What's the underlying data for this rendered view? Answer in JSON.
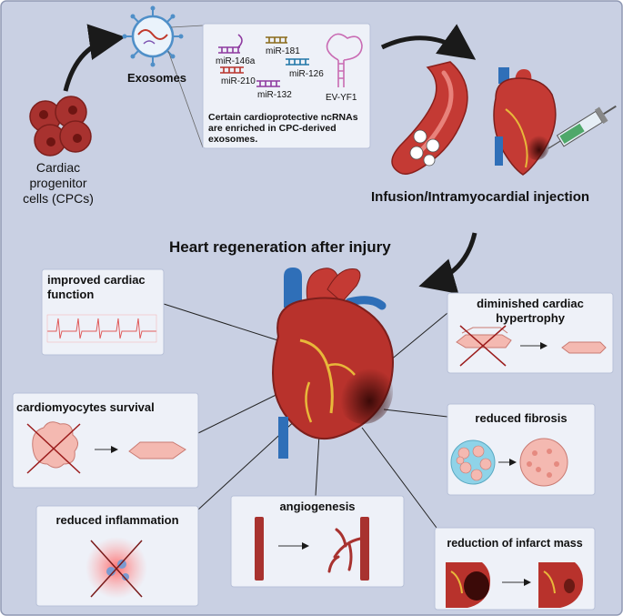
{
  "title": "Heart regeneration after injury",
  "source_cells": {
    "line1": "Cardiac",
    "line2": "progenitor",
    "line3": "cells (CPCs)"
  },
  "exosomes_label": "Exosomes",
  "mirna": {
    "miR146a": "miR-146a",
    "miR181": "miR-181",
    "miR210": "miR-210",
    "miR126": "miR-126",
    "miR132": "miR-132",
    "evyf1": "EV-YF1"
  },
  "ncrna_note": {
    "line1": "Certain cardioprotective ncRNAs",
    "line2": "are enriched in CPC-derived",
    "line3": "exosomes."
  },
  "delivery_label": "Infusion/Intramyocardial injection",
  "effects": {
    "function_l1": "improved cardiac",
    "function_l2": "function",
    "hypertrophy_l1": "diminished cardiac",
    "hypertrophy_l2": "hypertrophy",
    "survival": "cardiomyocytes survival",
    "fibrosis": "reduced fibrosis",
    "inflammation": "reduced inflammation",
    "angiogenesis": "angiogenesis",
    "infarct": "reduction of infarct mass"
  },
  "colors": {
    "background": "#c9d0e3",
    "box_fill": "#eef1f8",
    "heart_red": "#b8322c",
    "vessel_blue": "#2f6fb8",
    "cell_red": "#a8322f"
  }
}
